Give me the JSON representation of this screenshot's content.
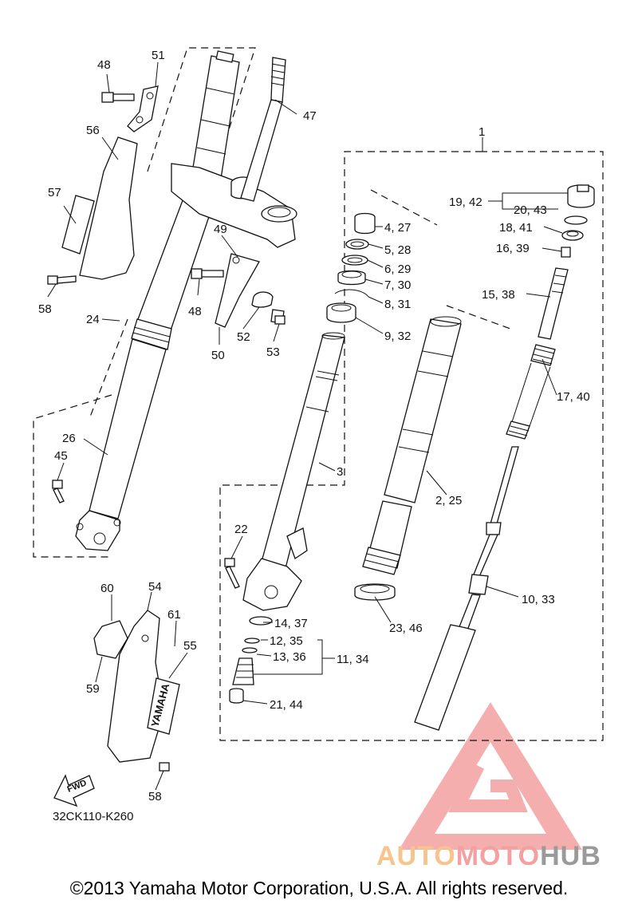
{
  "diagram": {
    "code": "32CK110-K260",
    "fwd_label": "FWD",
    "stamp_text": "YAMAHA",
    "copyright": "©2013 Yamaha Motor Corporation, U.S.A. All rights reserved.",
    "watermark": {
      "part1": "AUTO",
      "part2": "MOTO",
      "part3": "HUB"
    },
    "colors": {
      "line": "#111111",
      "watermark_red": "#f4a0a0",
      "watermark_orange": "#f6c48c",
      "watermark_gray": "#9a9a9a"
    },
    "callouts": {
      "c1": "1",
      "c2_25": "2, 25",
      "c3": "3",
      "c4_27": "4, 27",
      "c5_28": "5, 28",
      "c6_29": "6, 29",
      "c7_30": "7, 30",
      "c8_31": "8, 31",
      "c9_32": "9, 32",
      "c10_33": "10, 33",
      "c11_34": "11, 34",
      "c12_35": "12, 35",
      "c13_36": "13, 36",
      "c14_37": "14, 37",
      "c15_38": "15, 38",
      "c16_39": "16, 39",
      "c17_40": "17, 40",
      "c18_41": "18, 41",
      "c19_42": "19, 42",
      "c20_43": "20, 43",
      "c21_44": "21, 44",
      "c22": "22",
      "c23_46": "23, 46",
      "c24": "24",
      "c26": "26",
      "c45": "45",
      "c47": "47",
      "c48a": "48",
      "c48b": "48",
      "c49": "49",
      "c50": "50",
      "c51": "51",
      "c52": "52",
      "c53": "53",
      "c54": "54",
      "c55": "55",
      "c56": "56",
      "c57": "57",
      "c58a": "58",
      "c58b": "58",
      "c59": "59",
      "c60": "60",
      "c61": "61"
    }
  }
}
